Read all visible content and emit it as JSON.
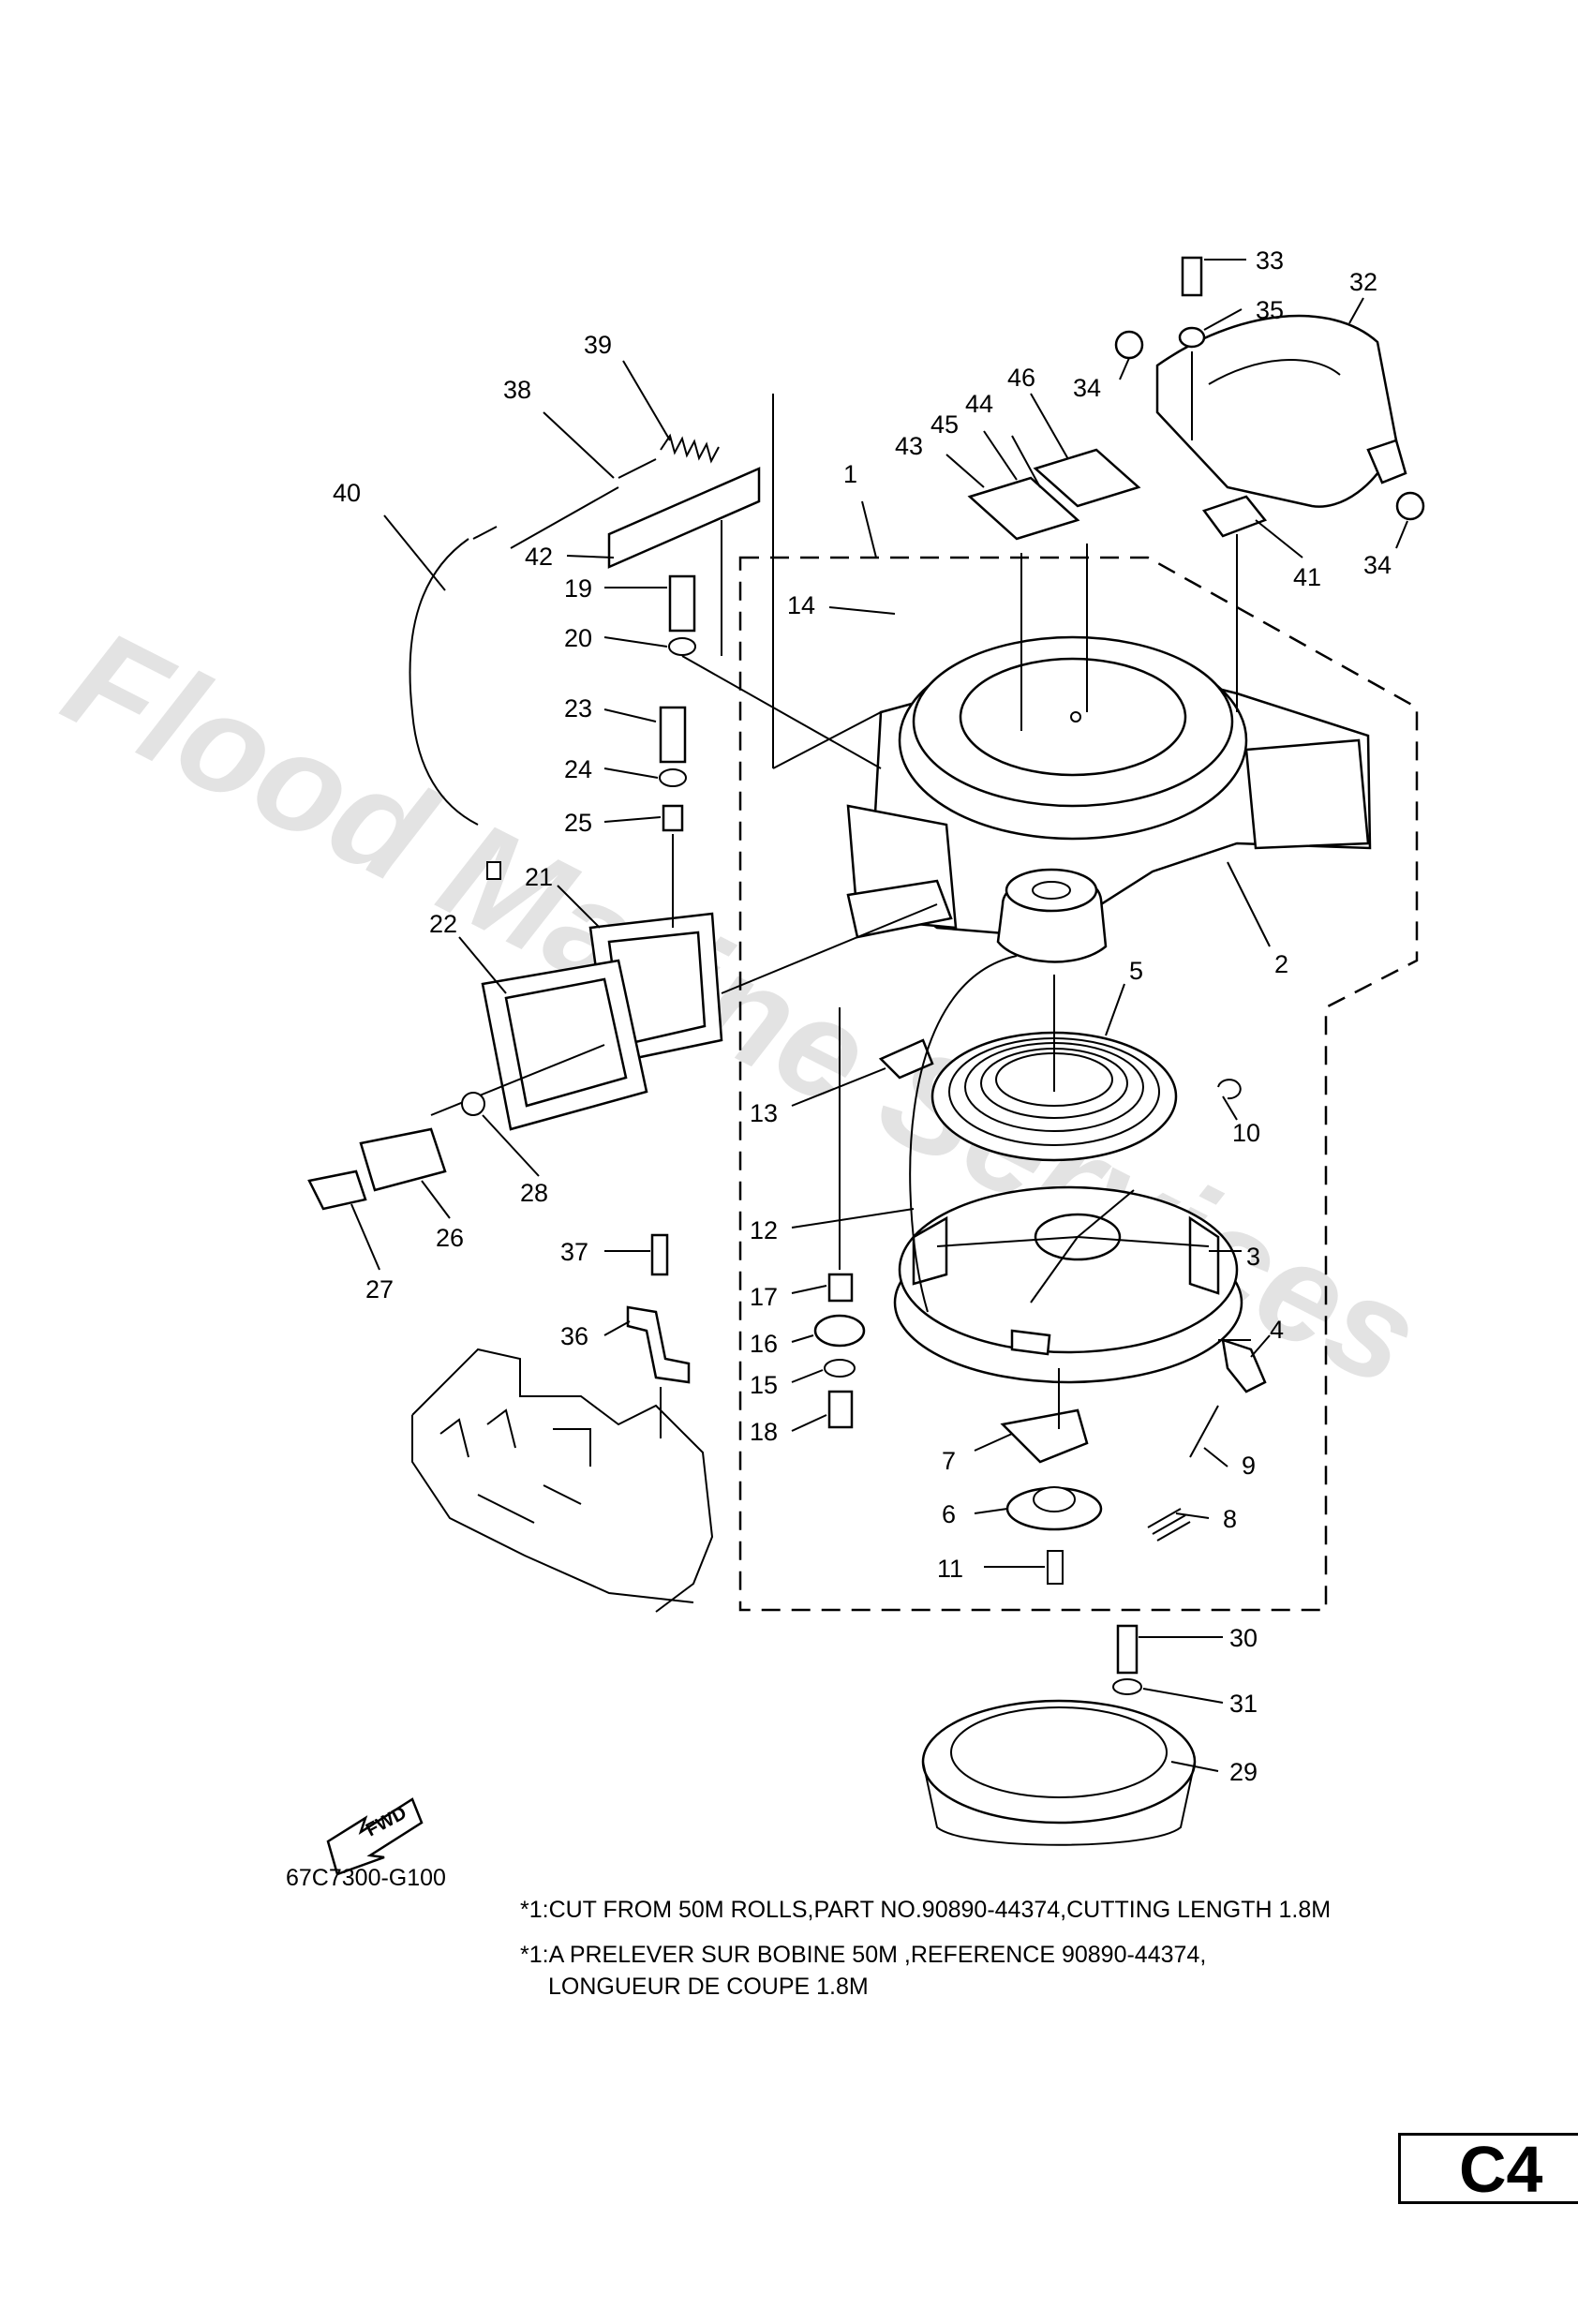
{
  "watermark": "Flood Marine Services",
  "drawing_code": "67C7300-G100",
  "fwd_label": "FWD",
  "notes": [
    "*1:CUT FROM 50M ROLLS,PART NO.90890-44374,CUTTING LENGTH 1.8M",
    "*1:A PRELEVER SUR BOBINE 50M ,REFERENCE 90890-44374,",
    "LONGUEUR DE COUPE 1.8M"
  ],
  "page_tag": "C4",
  "callouts": {
    "p1": "1",
    "p2": "2",
    "p3": "3",
    "p4": "4",
    "p5": "5",
    "p6": "6",
    "p7": "7",
    "p8": "8",
    "p9": "9",
    "p10": "10",
    "p11": "11",
    "p12": "12",
    "p13": "13",
    "p14": "14",
    "p15": "15",
    "p16": "16",
    "p17": "17",
    "p18": "18",
    "p19": "19",
    "p20": "20",
    "p21": "21",
    "p22": "22",
    "p23": "23",
    "p24": "24",
    "p25": "25",
    "p26": "26",
    "p27": "27",
    "p28": "28",
    "p29": "29",
    "p30": "30",
    "p31": "31",
    "p32": "32",
    "p33": "33",
    "p34a": "34",
    "p34b": "34",
    "p35": "35",
    "p36": "36",
    "p37": "37",
    "p38": "38",
    "p39": "39",
    "p40": "40",
    "p41": "41",
    "p42": "42",
    "p43": "43",
    "p44": "44",
    "p45": "45",
    "p46": "46"
  }
}
